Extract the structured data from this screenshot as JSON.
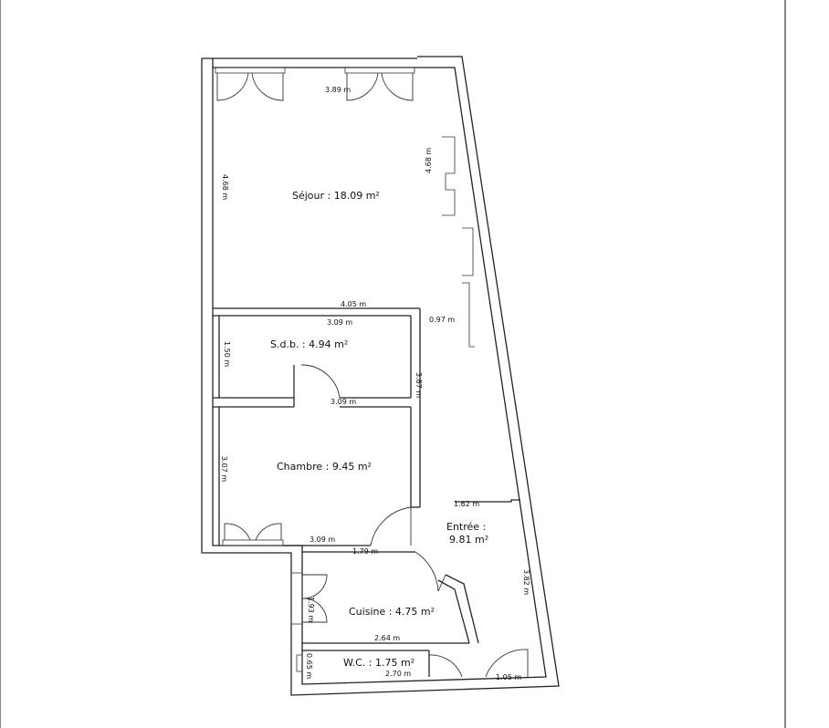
{
  "rooms": {
    "sejour": "Séjour : 18.09 m²",
    "sdb": "S.d.b. : 4.94 m²",
    "chambre": "Chambre : 9.45 m²",
    "entree_line1": "Entrée :",
    "entree_line2": "9.81 m²",
    "cuisine": "Cuisine : 4.75 m²",
    "wc": "W.C. : 1.75 m²"
  },
  "dimensions": {
    "sejour_top": "3.89 m",
    "sejour_left": "4.68 m",
    "sejour_right": "4.68 m",
    "sejour_bottom": "4.05 m",
    "corridor": "0.97 m",
    "sdb_top": "3.09 m",
    "sdb_left": "1.50 m",
    "sdb_bottom": "3.09 m",
    "right_wall": "3.87 m",
    "chambre_left": "3.07 m",
    "chambre_bottom": "3.09 m",
    "entree_top": "1.62 m",
    "cuisine_top": "1.79 m",
    "cuisine_left": "1.93 m",
    "entree_right": "3.82 m",
    "cuisine_bottom": "2.64 m",
    "wc_left": "0.65 m",
    "wc_bottom": "2.70 m",
    "entree_door": "1.05 m"
  }
}
